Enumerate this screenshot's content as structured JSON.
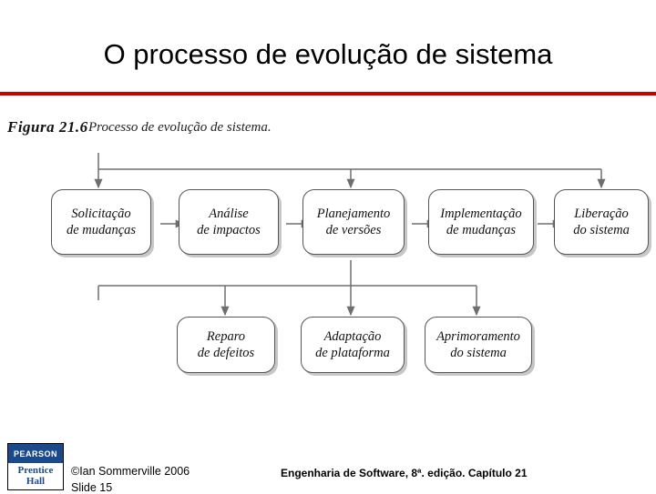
{
  "slide": {
    "title": "O processo de evolução de sistema",
    "accent_color": "#cc0000"
  },
  "figure": {
    "label": "Figura 21.6",
    "caption": "Processo de evolução de sistema.",
    "nodes": [
      {
        "id": "solicitacao",
        "line1": "Solicitação",
        "line2": "de mudanças"
      },
      {
        "id": "analise",
        "line1": "Análise",
        "line2": "de impactos"
      },
      {
        "id": "planejamento",
        "line1": "Planejamento",
        "line2": "de versões"
      },
      {
        "id": "implementacao",
        "line1": "Implementação",
        "line2": "de mudanças"
      },
      {
        "id": "liberacao",
        "line1": "Liberação",
        "line2": "do sistema"
      },
      {
        "id": "reparo",
        "line1": "Reparo",
        "line2": "de defeitos"
      },
      {
        "id": "adaptacao",
        "line1": "Adaptação",
        "line2": "de plataforma"
      },
      {
        "id": "aprimoramento",
        "line1": "Aprimoramento",
        "line2": "do sistema"
      }
    ]
  },
  "footer": {
    "logo_top": "PEARSON",
    "logo_line1": "Prentice",
    "logo_line2": "Hall",
    "copyright": "©Ian Sommerville 2006",
    "slide_number": "Slide  15",
    "book_reference": "Engenharia de Software, 8ª. edição. Capítulo 21"
  }
}
